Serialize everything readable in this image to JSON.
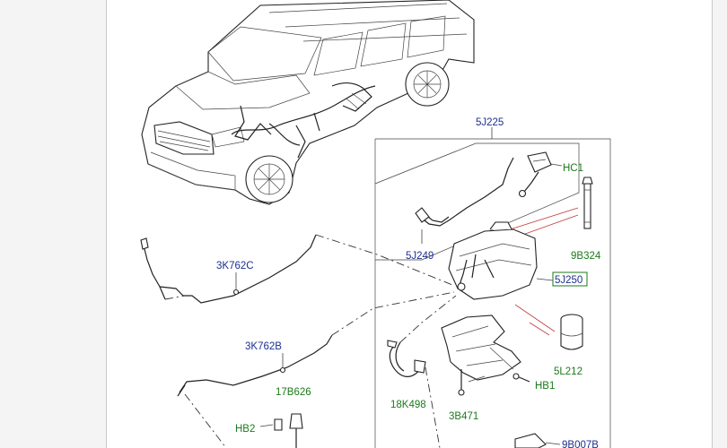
{
  "labels": {
    "lbl_5j225": "5J225",
    "lbl_hc1": "HC1",
    "lbl_9b324": "9B324",
    "lbl_5j249": "5J249",
    "lbl_5j250": "5J250",
    "lbl_3k762c": "3K762C",
    "lbl_3k762b": "3K762B",
    "lbl_5l212": "5L212",
    "lbl_hb1": "HB1",
    "lbl_17b626": "17B626",
    "lbl_hb2": "HB2",
    "lbl_18k498": "18K498",
    "lbl_3b471": "3B471",
    "lbl_9b007b": "9B007B"
  },
  "colors": {
    "callout_blue": "#1c2f8f",
    "callout_green": "#1b7a1b",
    "leader_red": "#c23b3b",
    "line_art": "#222222"
  }
}
